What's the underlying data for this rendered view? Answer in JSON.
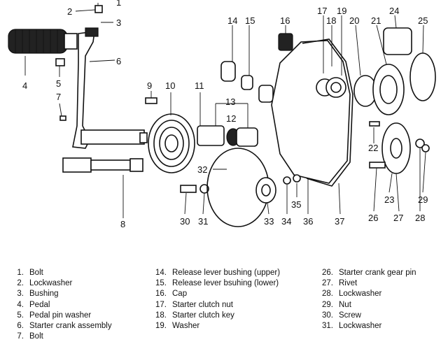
{
  "callouts": [
    "1",
    "2",
    "3",
    "4",
    "5",
    "6",
    "7",
    "8",
    "9",
    "10",
    "11",
    "12",
    "13",
    "14",
    "15",
    "16",
    "17",
    "18",
    "19",
    "20",
    "21",
    "22",
    "23",
    "24",
    "25",
    "26",
    "27",
    "28",
    "29",
    "30",
    "31",
    "32",
    "33",
    "34",
    "35",
    "36",
    "37"
  ],
  "legend": {
    "col1": [
      {
        "num": "1.",
        "name": "Bolt"
      },
      {
        "num": "2.",
        "name": "Lockwasher"
      },
      {
        "num": "3.",
        "name": "Bushing"
      },
      {
        "num": "4.",
        "name": "Pedal"
      },
      {
        "num": "5.",
        "name": "Pedal pin washer"
      },
      {
        "num": "6.",
        "name": "Starter crank assembly"
      },
      {
        "num": "7.",
        "name": "Bolt"
      }
    ],
    "col2": [
      {
        "num": "14.",
        "name": "Release lever bushing (upper)"
      },
      {
        "num": "15.",
        "name": "Release lever bsuhing (lower)"
      },
      {
        "num": "16.",
        "name": "Cap"
      },
      {
        "num": "17.",
        "name": "Starter clutch nut"
      },
      {
        "num": "18.",
        "name": "Starter clutch key"
      },
      {
        "num": "19.",
        "name": "Washer"
      }
    ],
    "col3": [
      {
        "num": "26.",
        "name": "Starter crank gear pin"
      },
      {
        "num": "27.",
        "name": "Rivet"
      },
      {
        "num": "28.",
        "name": "Lockwasher"
      },
      {
        "num": "29.",
        "name": "Nut"
      },
      {
        "num": "30.",
        "name": "Screw"
      },
      {
        "num": "31.",
        "name": "Lockwasher"
      }
    ]
  }
}
